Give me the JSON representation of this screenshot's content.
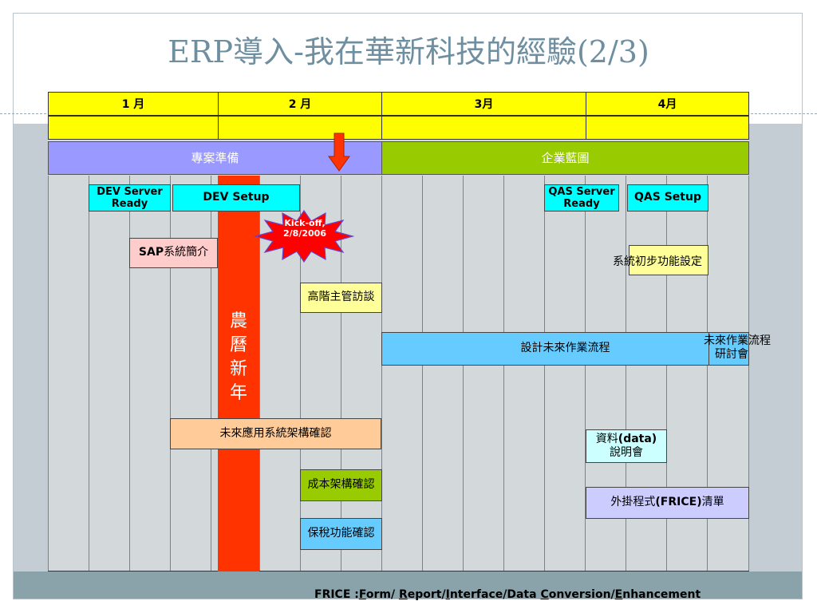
{
  "title": "ERP導入-我在華新科技的經驗(2/3)",
  "months": [
    "1 月",
    "2 月",
    "3月",
    "4月"
  ],
  "phases": {
    "prep": "專案準備",
    "blueprint": "企業藍圖"
  },
  "kickoff": {
    "line1": "Kick-off,",
    "line2": "2/8/2006"
  },
  "new_year": [
    "農",
    "曆",
    "新",
    "年"
  ],
  "tasks": {
    "dev_server_1": "DEV Server",
    "dev_server_2": "Ready",
    "dev_setup": "DEV Setup",
    "qas_server_1": "QAS Server",
    "qas_server_2": "Ready",
    "qas_setup": "QAS Setup",
    "sap_intro_bold": "SAP",
    "sap_intro_rest": " 系統簡介",
    "initial_config": "系統初步功能設定",
    "exec_interview": "高階主管訪談",
    "design_process": "設計未來作業流程",
    "process_workshop_1": "未來作業流程",
    "process_workshop_2": "研討會",
    "arch_confirm": "未來應用系統架構確認",
    "data_meeting_1a": "資料",
    "data_meeting_1b": "(data)",
    "data_meeting_2": "說明會",
    "cost_confirm": "成本架構確認",
    "frice_list_a": "外掛程式",
    "frice_list_b": "(FRICE)",
    "frice_list_c": " 清單",
    "bonded_confirm": "保稅功能確認"
  },
  "footer": {
    "prefix": "FRICE :",
    "f": "F",
    "orm": "orm/ ",
    "r": "R",
    "eport": "eport/",
    "i": "I",
    "nterface": "nterface/Data ",
    "c": "C",
    "onversion": "onversion/",
    "e": "E",
    "nhancement": "nhancement"
  },
  "colors": {
    "month_bg": "#ffff00",
    "prep_bg": "#9999ff",
    "blueprint_bg": "#99cc00",
    "new_year_bg": "#ff3300",
    "kickoff_star": "#ff0000",
    "arrow": "#ff3300"
  }
}
